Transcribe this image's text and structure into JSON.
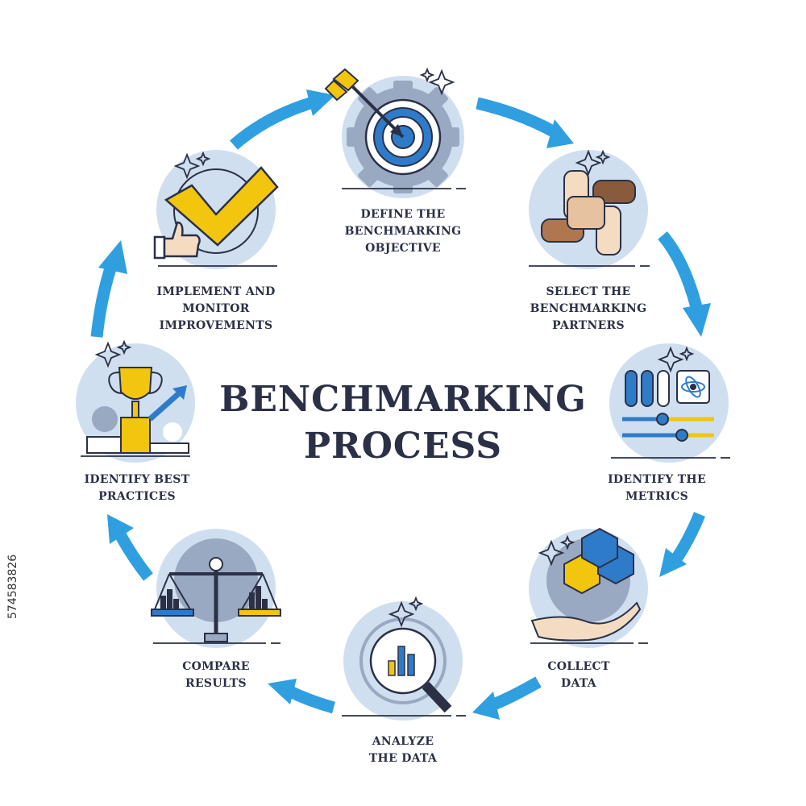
{
  "title": {
    "line1": "BENCHMARKING",
    "line2": "PROCESS"
  },
  "steps": [
    {
      "id": "define",
      "label": [
        "DEFINE THE",
        "BENCHMARKING",
        "OBJECTIVE"
      ],
      "icon": "target-arrow-icon"
    },
    {
      "id": "select",
      "label": [
        "SELECT THE",
        "BENCHMARKING",
        "PARTNERS"
      ],
      "icon": "joined-hands-icon"
    },
    {
      "id": "metrics",
      "label": [
        "IDENTIFY THE",
        "METRICS"
      ],
      "icon": "sliders-metrics-icon"
    },
    {
      "id": "collect",
      "label": [
        "COLLECT",
        "DATA"
      ],
      "icon": "hand-cubes-icon"
    },
    {
      "id": "analyze",
      "label": [
        "ANALYZE",
        "THE DATA"
      ],
      "icon": "magnifier-chart-icon"
    },
    {
      "id": "compare",
      "label": [
        "COMPARE",
        "RESULTS"
      ],
      "icon": "balance-scale-icon"
    },
    {
      "id": "best",
      "label": [
        "IDENTIFY BEST",
        "PRACTICES"
      ],
      "icon": "trophy-icon"
    },
    {
      "id": "implement",
      "label": [
        "IMPLEMENT AND",
        "MONITOR",
        "IMPROVEMENTS"
      ],
      "icon": "checkmark-thumbs-up-icon"
    }
  ],
  "stock_id": "574583826",
  "colors": {
    "arrow": "#2f9fe0",
    "circle": "#cfdff0",
    "gear": "#9aa9c2",
    "yellow": "#f2c60e",
    "blue": "#2e7cc9",
    "ink": "#2b3046"
  }
}
